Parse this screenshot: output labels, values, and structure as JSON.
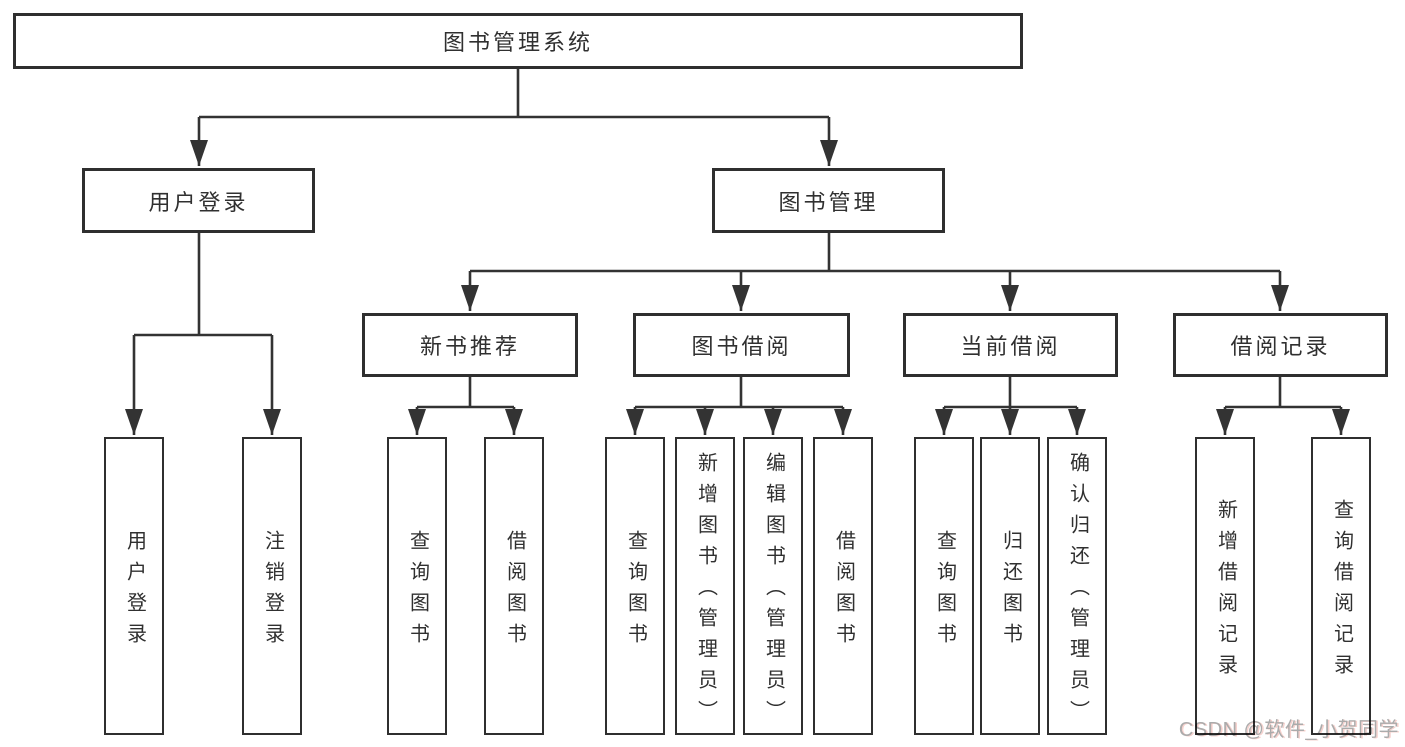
{
  "tree": {
    "root": {
      "label": "图书管理系统"
    },
    "branches": [
      {
        "label": "用户登录",
        "children": [
          {
            "label": "用户登录"
          },
          {
            "label": "注销登录"
          }
        ]
      },
      {
        "label": "图书管理",
        "groups": [
          {
            "label": "新书推荐",
            "children": [
              {
                "label": "查询图书"
              },
              {
                "label": "借阅图书"
              }
            ]
          },
          {
            "label": "图书借阅",
            "children": [
              {
                "label": "查询图书"
              },
              {
                "label": "新增图书（管理员）"
              },
              {
                "label": "编辑图书（管理员）"
              },
              {
                "label": "借阅图书"
              }
            ]
          },
          {
            "label": "当前借阅",
            "children": [
              {
                "label": "查询图书"
              },
              {
                "label": "归还图书"
              },
              {
                "label": "确认归还（管理员）"
              }
            ]
          },
          {
            "label": "借阅记录",
            "children": [
              {
                "label": "新增借阅记录"
              },
              {
                "label": "查询借阅记录"
              }
            ]
          }
        ]
      }
    ]
  },
  "watermark": {
    "text": "CSDN @软件_小贺同学"
  },
  "colors": {
    "line": "#333333",
    "box_border": "#2f2f2f",
    "text": "#303030",
    "watermark": "#ababab"
  }
}
